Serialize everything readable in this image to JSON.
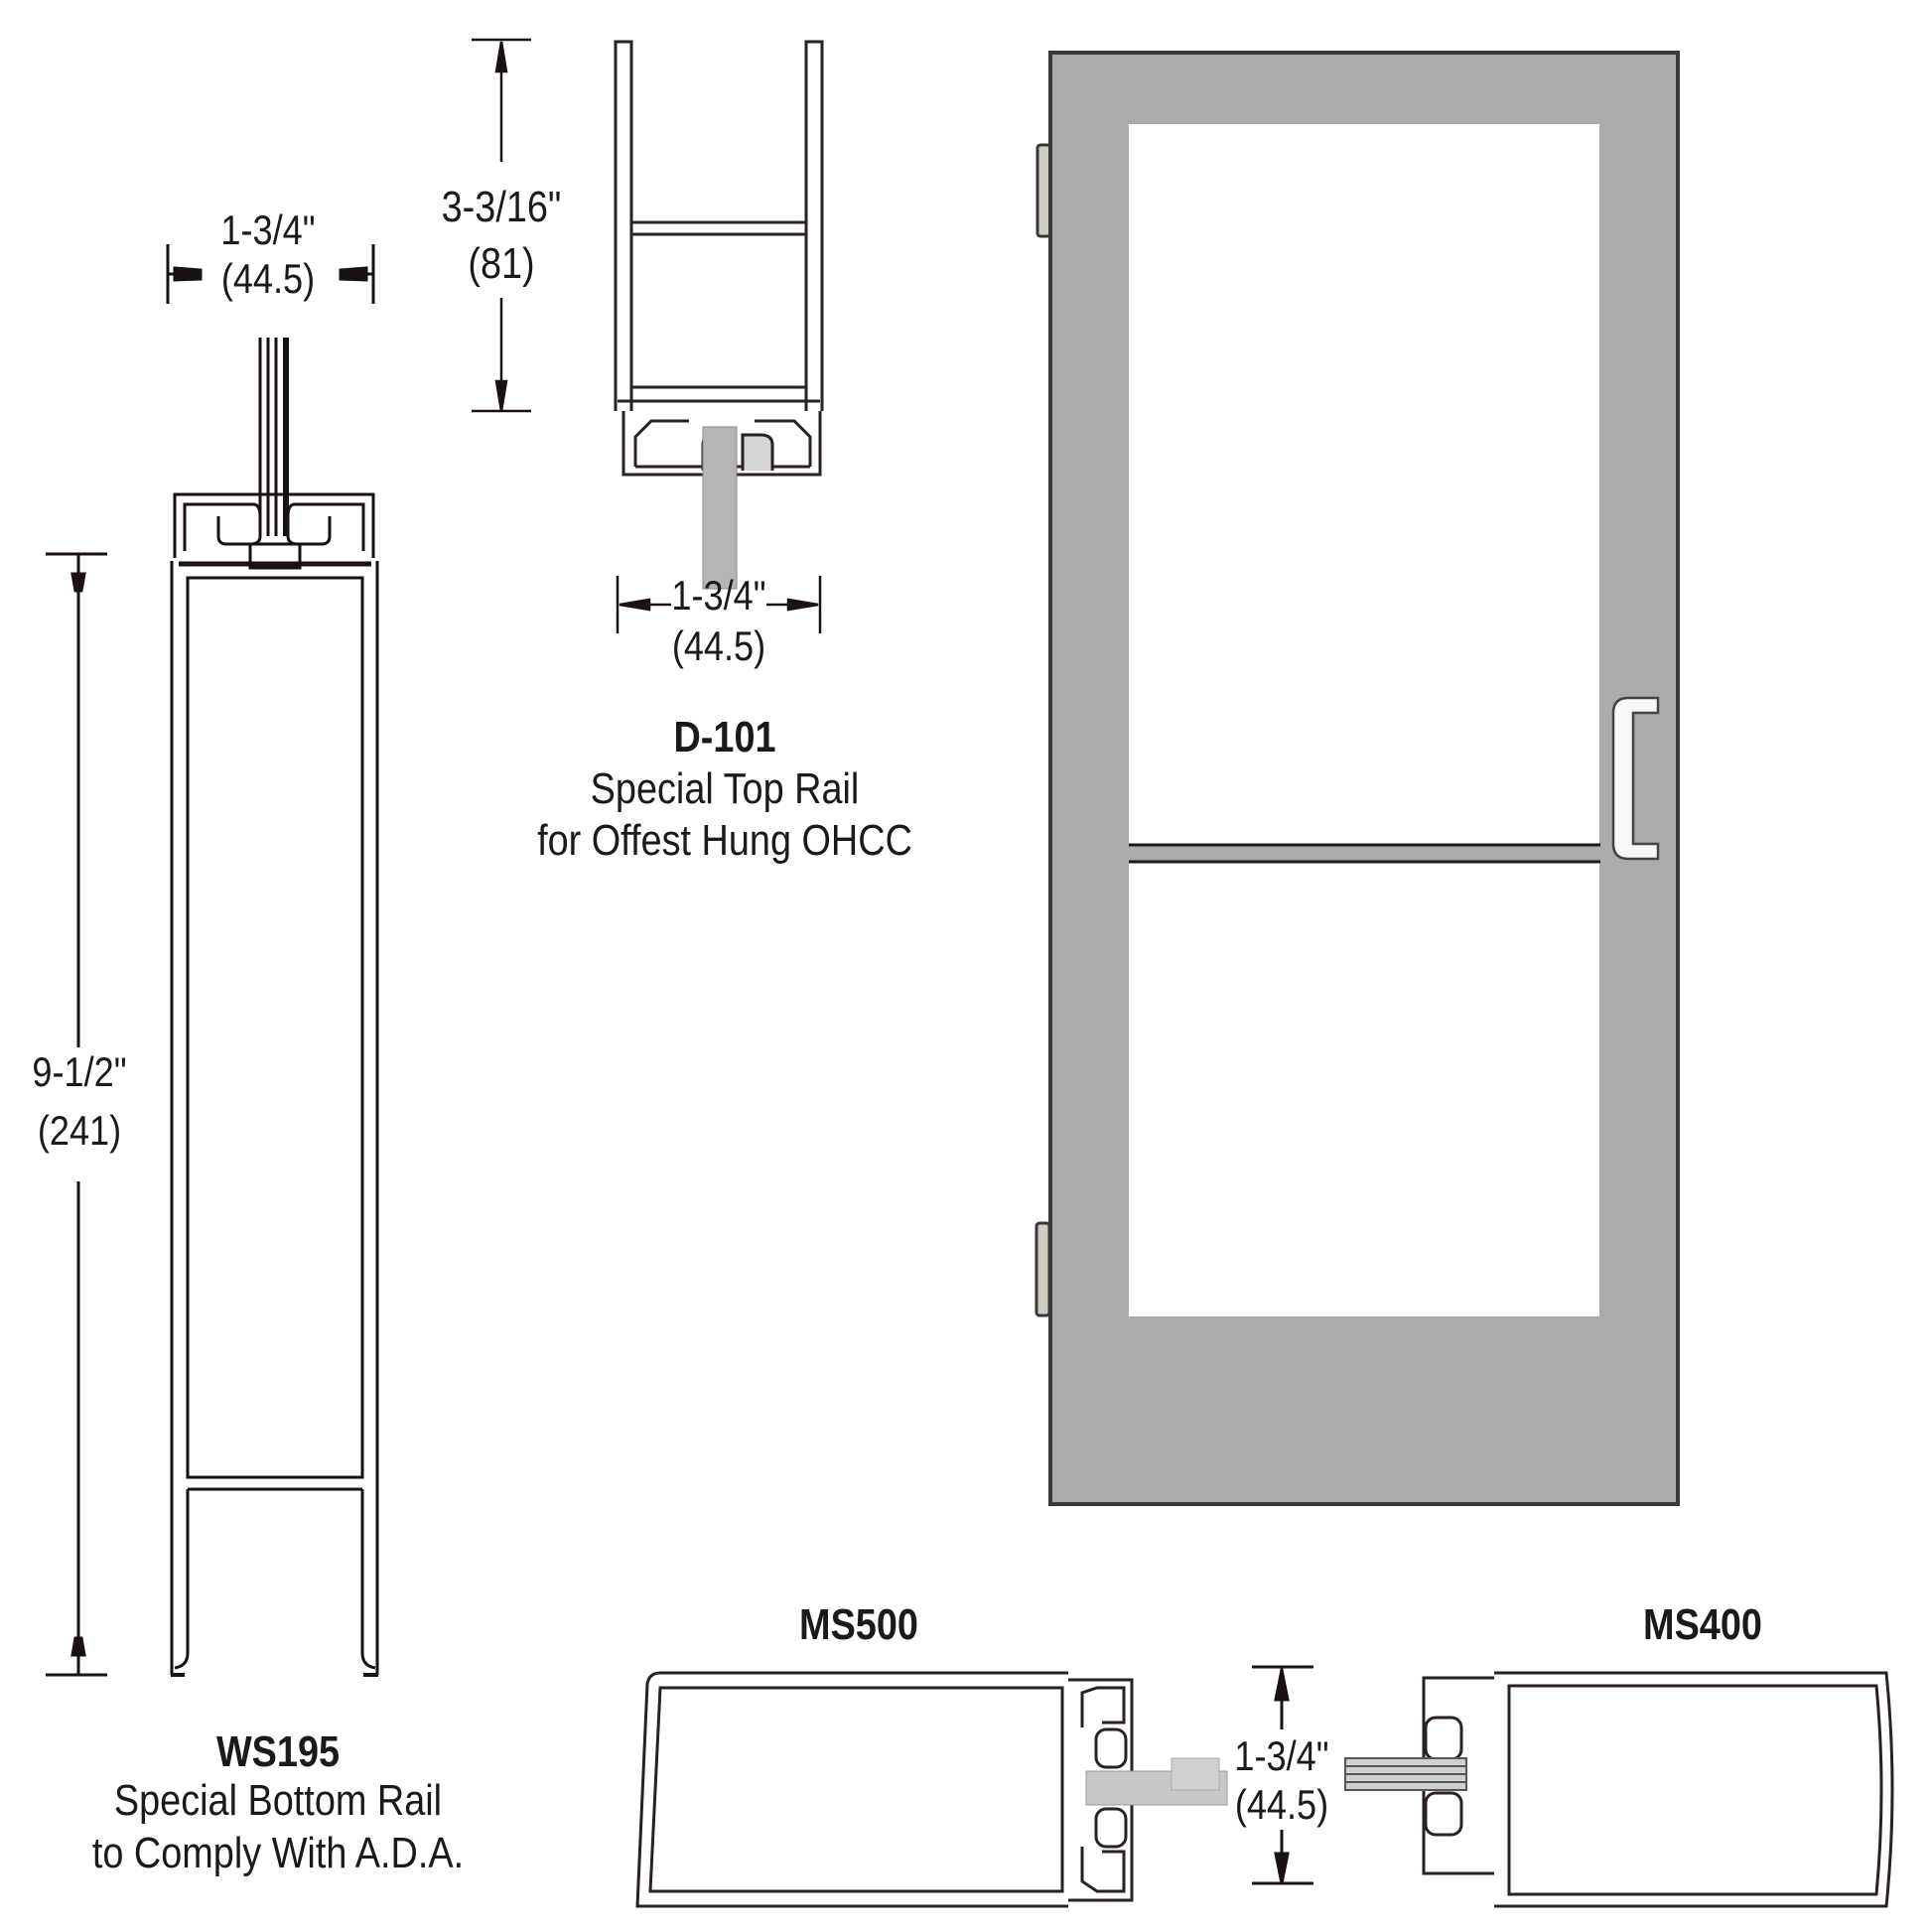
{
  "colors": {
    "door_finish": "#ababab",
    "door_edge": "#3a3a3a",
    "line": "#1a1212",
    "glass": "#b9b9b9",
    "background": "#ffffff"
  },
  "ws195": {
    "title": "WS195",
    "desc_line1": "Special Bottom Rail",
    "desc_line2": "to Comply With A.D.A.",
    "width_dim": {
      "imperial": "1-3/4\"",
      "metric": "(44.5)"
    },
    "height_dim": {
      "imperial": "9-1/2\"",
      "metric": "(241)"
    }
  },
  "d101": {
    "title": "D-101",
    "desc_line1": "Special Top Rail",
    "desc_line2": "for Offest Hung OHCC",
    "height_dim": {
      "imperial": "3-3/16\"",
      "metric": "(81)"
    },
    "width_dim": {
      "imperial": "1-3/4\"",
      "metric": "(44.5)"
    }
  },
  "door": {
    "view": "elevation",
    "features": [
      "full-glass-top-panel",
      "mid-rail",
      "full-glass-bottom-panel",
      "pull-handle",
      "hinges-2"
    ]
  },
  "stiles": {
    "ms500": {
      "title": "MS500"
    },
    "ms400": {
      "title": "MS400"
    },
    "thickness_dim": {
      "imperial": "1-3/4\"",
      "metric": "(44.5)"
    }
  }
}
